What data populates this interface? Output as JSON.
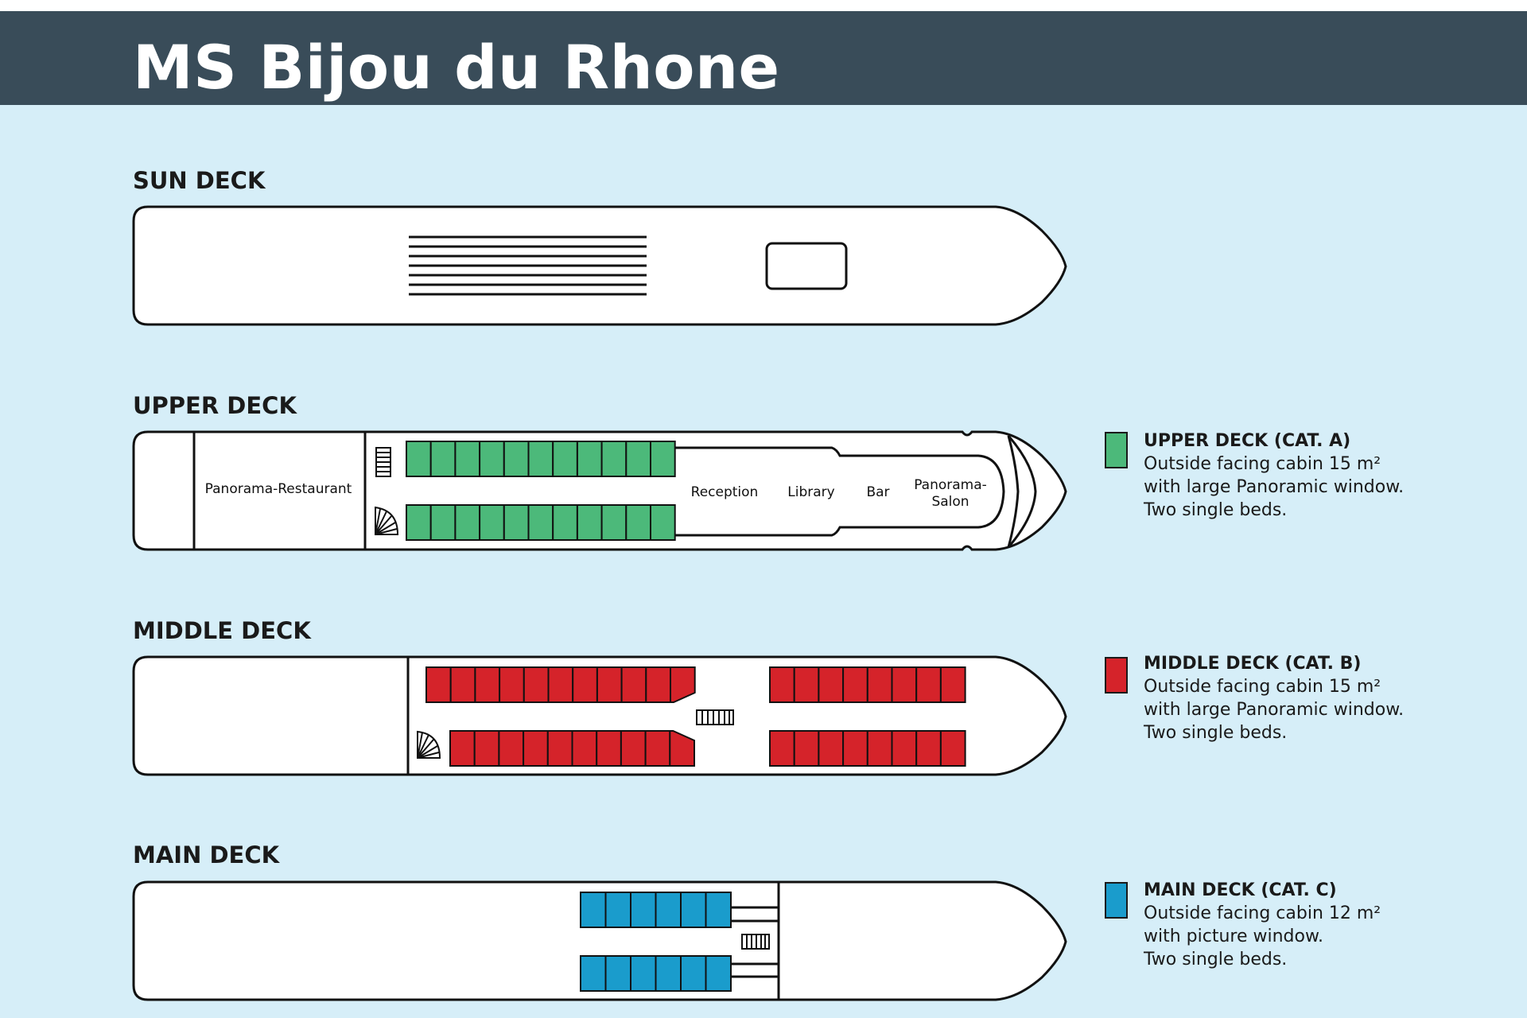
{
  "title": "MS Bijou du Rhone",
  "colors": {
    "header_bg": "#394c59",
    "background": "#d6eef8",
    "cat_a": "#4cb97a",
    "cat_b": "#d5232a",
    "cat_c": "#1a9ccc"
  },
  "decks": {
    "sun": {
      "title": "SUN DECK"
    },
    "upper": {
      "title": "UPPER DECK",
      "rooms": {
        "restaurant": "Panorama-Restaurant",
        "reception": "Reception",
        "library": "Library",
        "bar": "Bar",
        "salon_line1": "Panorama-",
        "salon_line2": "Salon"
      }
    },
    "middle": {
      "title": "MIDDLE DECK"
    },
    "main": {
      "title": "MAIN DECK"
    }
  },
  "legend": [
    {
      "heading": "UPPER DECK (CAT. A)",
      "line1": "Outside facing cabin 15 m²",
      "line2": "with large Panoramic window.",
      "line3": "Two single beds.",
      "color": "#4cb97a"
    },
    {
      "heading": "MIDDLE DECK (CAT. B)",
      "line1": "Outside facing cabin 15 m²",
      "line2": "with large Panoramic window.",
      "line3": "Two single beds.",
      "color": "#d5232a"
    },
    {
      "heading": "MAIN DECK (CAT. C)",
      "line1": "Outside facing cabin 12 m²",
      "line2": "with picture window.",
      "line3": "Two single beds.",
      "color": "#1a9ccc"
    }
  ]
}
